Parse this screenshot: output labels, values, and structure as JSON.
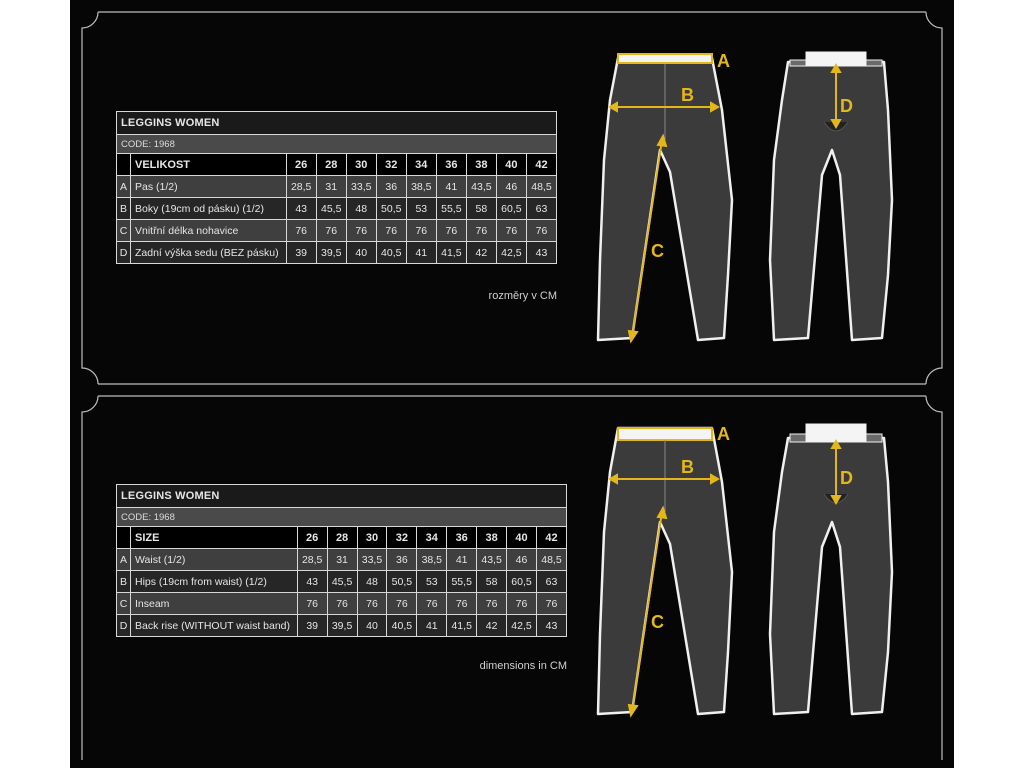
{
  "colors": {
    "background": "#060606",
    "table_border": "#d8d8d8",
    "measure_accent": "#e3b71a",
    "garment": "#3b3b3b"
  },
  "panels": [
    {
      "table": {
        "title": "LEGGINS WOMEN",
        "code": "CODE: 1968",
        "size_label": "VELIKOST",
        "sizes": [
          "26",
          "28",
          "30",
          "32",
          "34",
          "36",
          "38",
          "40",
          "42"
        ],
        "rows": [
          {
            "letter": "A",
            "label": "Pas (1/2)",
            "values": [
              "28,5",
              "31",
              "33,5",
              "36",
              "38,5",
              "41",
              "43,5",
              "46",
              "48,5"
            ]
          },
          {
            "letter": "B",
            "label": "Boky (19cm od pásku) (1/2)",
            "values": [
              "43",
              "45,5",
              "48",
              "50,5",
              "53",
              "55,5",
              "58",
              "60,5",
              "63"
            ]
          },
          {
            "letter": "C",
            "label": "Vnitřní délka nohavice",
            "values": [
              "76",
              "76",
              "76",
              "76",
              "76",
              "76",
              "76",
              "76",
              "76"
            ]
          },
          {
            "letter": "D",
            "label": "Zadní výška sedu (BEZ pásku)",
            "values": [
              "39",
              "39,5",
              "40",
              "40,5",
              "41",
              "41,5",
              "42",
              "42,5",
              "43"
            ]
          }
        ]
      },
      "unit_note": "rozměry v CM",
      "diagram_labels": {
        "a": "A",
        "b": "B",
        "c": "C",
        "d": "D"
      }
    },
    {
      "table": {
        "title": "LEGGINS WOMEN",
        "code": "CODE: 1968",
        "size_label": "SIZE",
        "sizes": [
          "26",
          "28",
          "30",
          "32",
          "34",
          "36",
          "38",
          "40",
          "42"
        ],
        "rows": [
          {
            "letter": "A",
            "label": "Waist (1/2)",
            "values": [
              "28,5",
              "31",
              "33,5",
              "36",
              "38,5",
              "41",
              "43,5",
              "46",
              "48,5"
            ]
          },
          {
            "letter": "B",
            "label": "Hips (19cm from waist) (1/2)",
            "values": [
              "43",
              "45,5",
              "48",
              "50,5",
              "53",
              "55,5",
              "58",
              "60,5",
              "63"
            ]
          },
          {
            "letter": "C",
            "label": "Inseam",
            "values": [
              "76",
              "76",
              "76",
              "76",
              "76",
              "76",
              "76",
              "76",
              "76"
            ]
          },
          {
            "letter": "D",
            "label": "Back rise (WITHOUT waist band)",
            "values": [
              "39",
              "39,5",
              "40",
              "40,5",
              "41",
              "41,5",
              "42",
              "42,5",
              "43"
            ]
          }
        ]
      },
      "unit_note": "dimensions in CM",
      "diagram_labels": {
        "a": "A",
        "b": "B",
        "c": "C",
        "d": "D"
      }
    }
  ]
}
